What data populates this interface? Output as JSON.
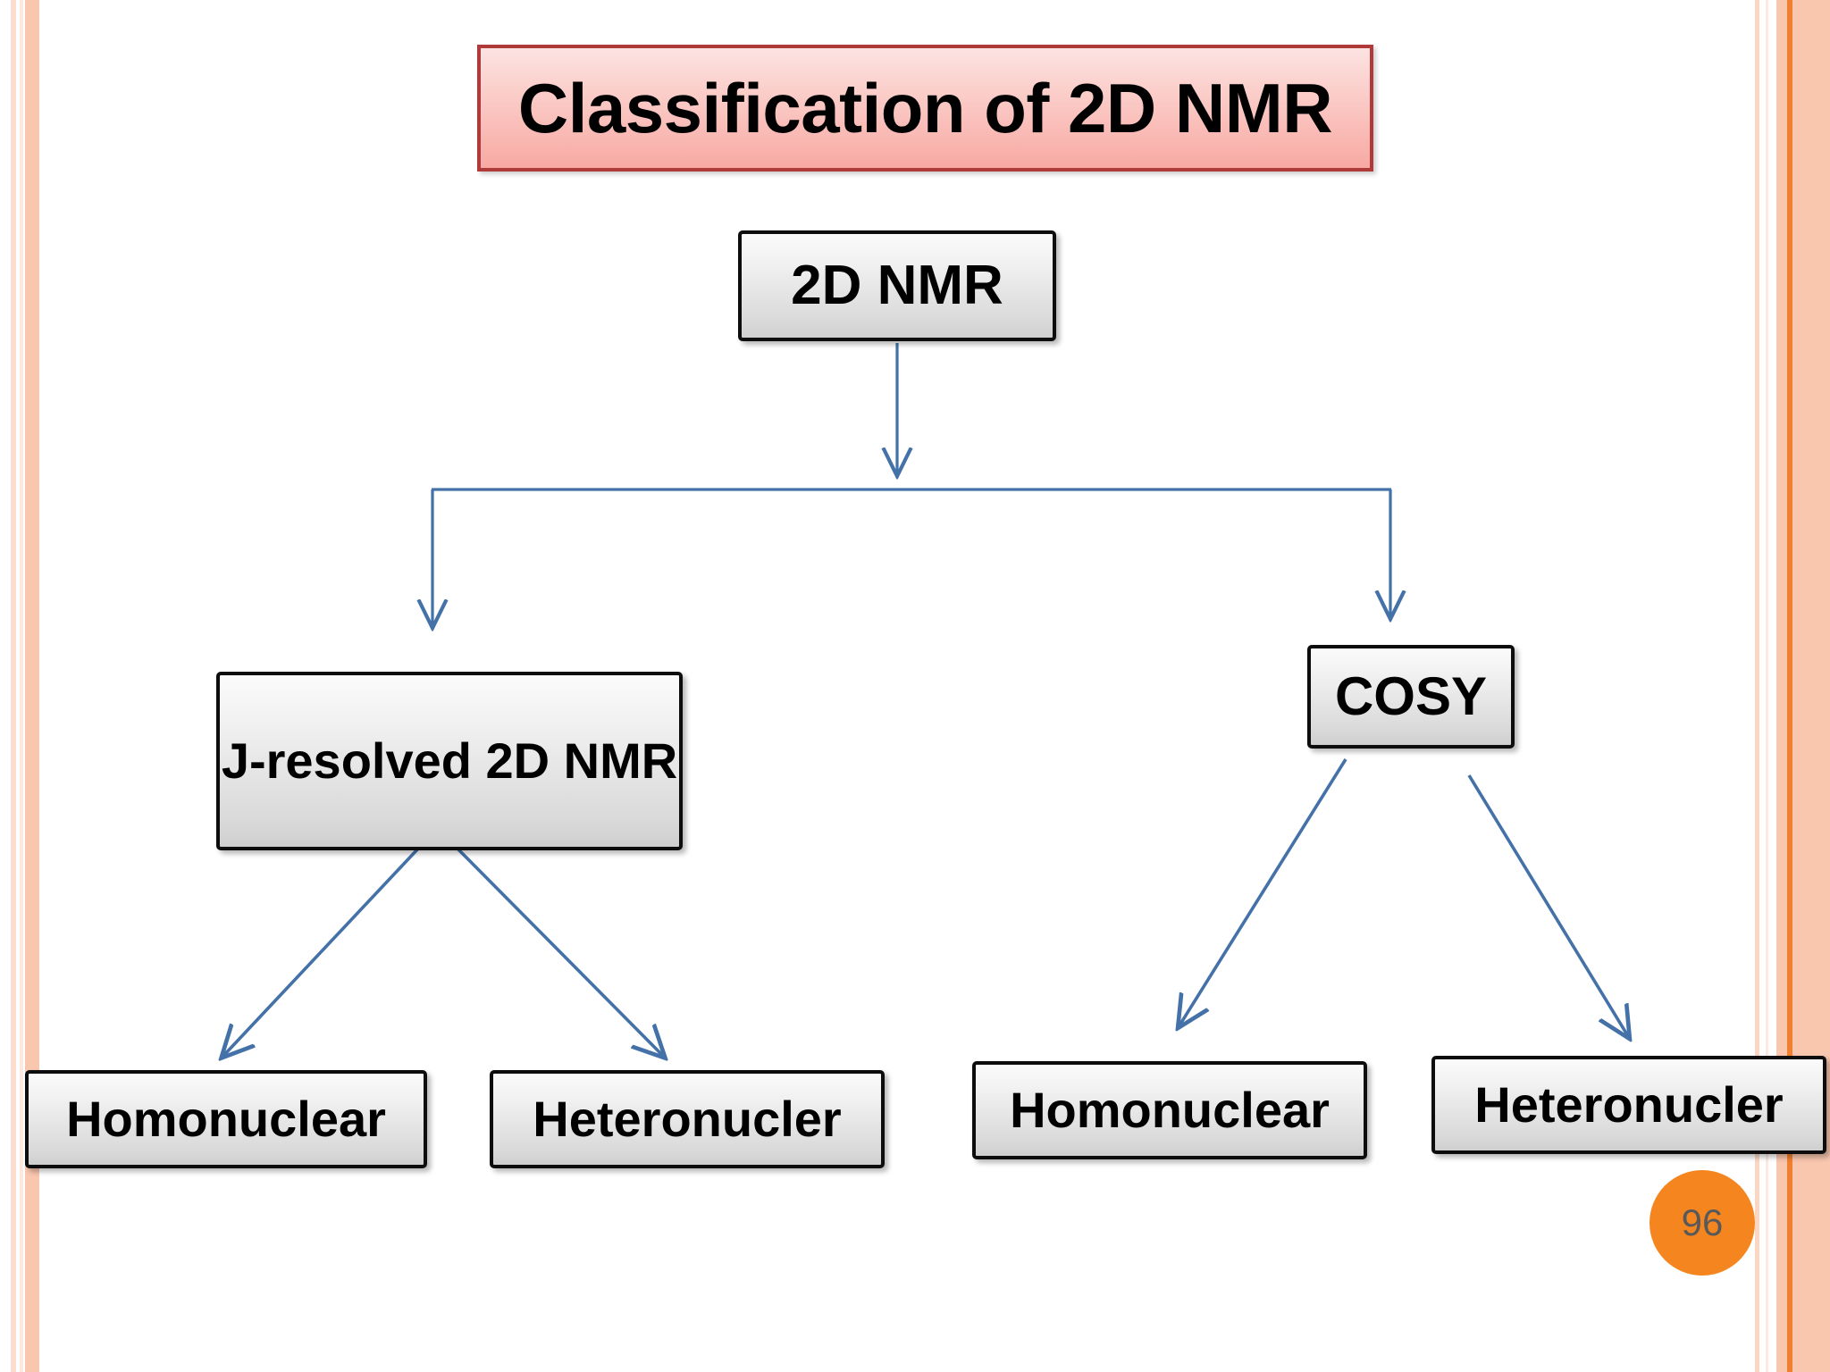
{
  "slide": {
    "title": "Classification of 2D NMR",
    "page_number": "96",
    "accent_colors": {
      "title_border": "#b03a3a",
      "title_fill_top": "#fbe3e2",
      "title_fill_bottom": "#f8a9a3",
      "node_border": "#0d0d0d",
      "node_fill_top": "#fbfbfb",
      "node_fill_bottom": "#cfcfcf",
      "connector_blue": "#4472a8",
      "badge_orange": "#f5861f",
      "badge_text": "#595959",
      "stripe_peach": "#f9c6ae",
      "stripe_orange": "#ef8030"
    }
  },
  "diagram": {
    "type": "tree",
    "nodes": [
      {
        "id": "root",
        "label": "2D NMR",
        "level": 0
      },
      {
        "id": "jresolved",
        "label": "J-resolved 2D NMR",
        "level": 1
      },
      {
        "id": "cosy",
        "label": "COSY",
        "level": 1
      },
      {
        "id": "h1",
        "label": "Homonuclear",
        "level": 2
      },
      {
        "id": "h2",
        "label": "Heteronucler",
        "level": 2
      },
      {
        "id": "h3",
        "label": "Homonuclear",
        "level": 2
      },
      {
        "id": "h4",
        "label": "Heteronucler",
        "level": 2
      }
    ],
    "edges": [
      {
        "from": "root",
        "to": "jresolved"
      },
      {
        "from": "root",
        "to": "cosy"
      },
      {
        "from": "jresolved",
        "to": "h1"
      },
      {
        "from": "jresolved",
        "to": "h2"
      },
      {
        "from": "cosy",
        "to": "h3"
      },
      {
        "from": "cosy",
        "to": "h4"
      }
    ]
  }
}
